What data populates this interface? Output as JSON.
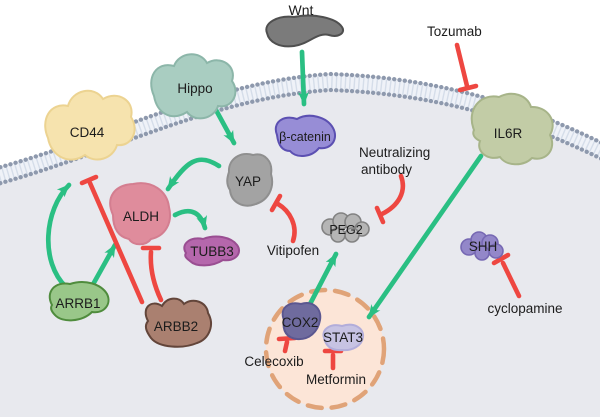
{
  "diagram_type": "cell-signaling-pathway",
  "colors": {
    "background": "#ffffff",
    "cell_fill": "#e8e9ee",
    "membrane_band": "#eff2f8",
    "membrane_tails": "#d5dde9",
    "membrane_dots": "#8e99ad",
    "nucleus_fill": "#fce5d7",
    "nucleus_border": "#e0a378",
    "activation": "#2abf83",
    "inhibition": "#ee4741",
    "text": "#1c1c1c"
  },
  "nodes": {
    "wnt": {
      "label": "Wnt",
      "fill": "#7b7b7b",
      "stroke": "#4f4f4f"
    },
    "hippo": {
      "label": "Hippo",
      "fill": "#a9cdc1",
      "stroke": "#8cb6a9"
    },
    "cd44": {
      "label": "CD44",
      "fill": "#f6e3ae",
      "stroke": "#ecd391"
    },
    "beta_catenin": {
      "label": "β-catenin",
      "fill": "#978dd6",
      "stroke": "#5c50b2"
    },
    "il6r": {
      "label": "IL6R",
      "fill": "#c2cca6",
      "stroke": "#a7b489"
    },
    "yap": {
      "label": "YAP",
      "fill": "#a3a3a3",
      "stroke": "#8f8f8f"
    },
    "aldh": {
      "label": "ALDH",
      "fill": "#df8c9c",
      "stroke": "#d47e90"
    },
    "tubb3": {
      "label": "TUBB3",
      "fill": "#b567ac",
      "stroke": "#9a4e92"
    },
    "peg2": {
      "label": "PEG2",
      "fill": "#b5b5b5",
      "stroke": "#828282"
    },
    "shh": {
      "label": "SHH",
      "fill": "#9387c9",
      "stroke": "#7668b3"
    },
    "arrb1": {
      "label": "ARRB1",
      "fill": "#99c789",
      "stroke": "#4f8c3d"
    },
    "arbb2": {
      "label": "ARBB2",
      "fill": "#aa8070",
      "stroke": "#63453a"
    },
    "cox2": {
      "label": "COX2",
      "fill": "#6f6b9e",
      "stroke": "#5b5790"
    },
    "stat3": {
      "label": "STAT3",
      "fill": "#c7c3e3",
      "stroke": "#b2adda"
    }
  },
  "drug_labels": {
    "tozumab": "Tozumab",
    "neutralizing_line1": "Neutralizing",
    "neutralizing_line2": "antibody",
    "vitipofen": "Vitipofen",
    "celecoxib": "Celecoxib",
    "metformin": "Metformin",
    "cyclopamine": "cyclopamine"
  },
  "interactions": [
    {
      "from": "Wnt",
      "to": "β-catenin",
      "type": "activation"
    },
    {
      "from": "Hippo",
      "to": "YAP",
      "type": "activation"
    },
    {
      "from": "YAP",
      "to": "ALDH",
      "type": "activation"
    },
    {
      "from": "ALDH",
      "to": "TUBB3",
      "type": "activation"
    },
    {
      "from": "ARRB1",
      "to": "CD44",
      "type": "activation"
    },
    {
      "from": "ARRB1",
      "to": "ALDH",
      "type": "activation"
    },
    {
      "from": "ARBB2",
      "to": "ALDH",
      "type": "inhibition"
    },
    {
      "from": "ARBB2",
      "to": "CD44",
      "type": "inhibition"
    },
    {
      "from": "Vitipofen",
      "to": "YAP",
      "type": "inhibition"
    },
    {
      "from": "Neutralizing antibody",
      "to": "PEG2",
      "type": "inhibition"
    },
    {
      "from": "Tozumab",
      "to": "IL6R",
      "type": "inhibition"
    },
    {
      "from": "IL6R",
      "to": "STAT3",
      "type": "activation"
    },
    {
      "from": "COX2",
      "to": "PEG2",
      "type": "activation"
    },
    {
      "from": "Celecoxib",
      "to": "COX2",
      "type": "inhibition"
    },
    {
      "from": "Metformin",
      "to": "STAT3",
      "type": "inhibition"
    },
    {
      "from": "cyclopamine",
      "to": "SHH",
      "type": "inhibition"
    }
  ]
}
